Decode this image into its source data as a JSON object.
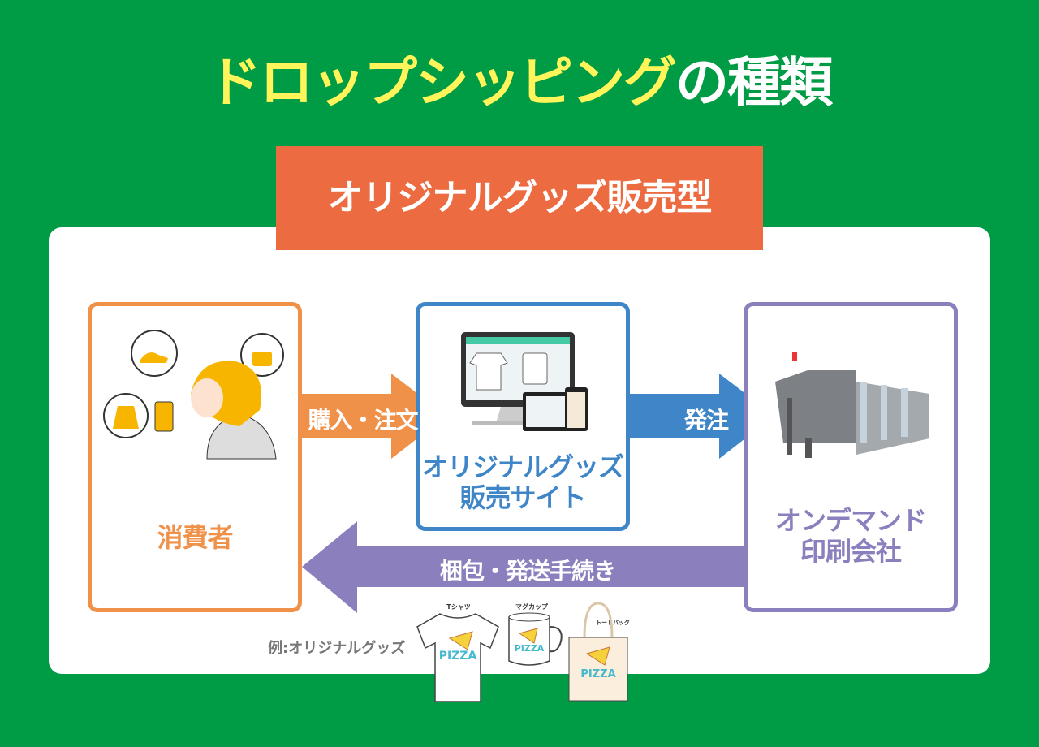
{
  "title": {
    "highlight": "ドロップシッピング",
    "rest": "の種類"
  },
  "banner": "オリジナルグッズ販売型",
  "consumer": {
    "label": "消費者"
  },
  "site": {
    "line1": "オリジナルグッズ",
    "line2": "販売サイト"
  },
  "printer": {
    "line1": "オンデマンド",
    "line2": "印刷会社"
  },
  "arrows": {
    "purchase": "購入・注文",
    "order": "発注",
    "shipping": "梱包・発送手続き"
  },
  "example": {
    "label": "例:オリジナルグッズ",
    "items": [
      "Tシャツ",
      "マグカップ",
      "トートバッグ"
    ],
    "print": "PIZZA"
  },
  "colors": {
    "background": "#009b45",
    "title_highlight": "#fff55a",
    "banner": "#ec6b41",
    "consumer": "#f0914a",
    "site": "#3f86c8",
    "printer": "#8b80bd"
  }
}
